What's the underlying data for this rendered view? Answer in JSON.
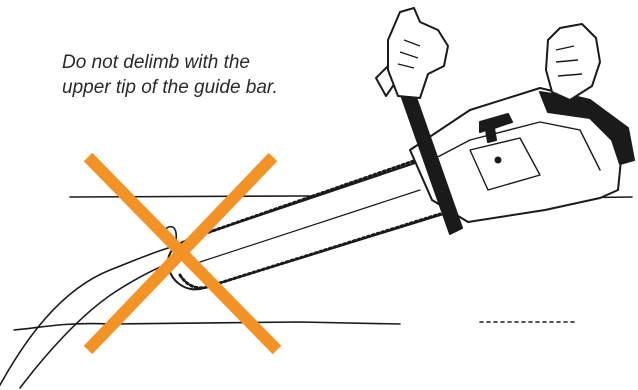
{
  "caption": {
    "line1": "Do not delimb with the",
    "line2": "upper tip of the guide bar."
  },
  "icons": [
    "chainsaw-illustration",
    "log-illustration",
    "cross-mark-icon"
  ],
  "colors": {
    "cross_mark": "#f39326",
    "ink": "#1a1a1a",
    "background": "#ffffff"
  }
}
